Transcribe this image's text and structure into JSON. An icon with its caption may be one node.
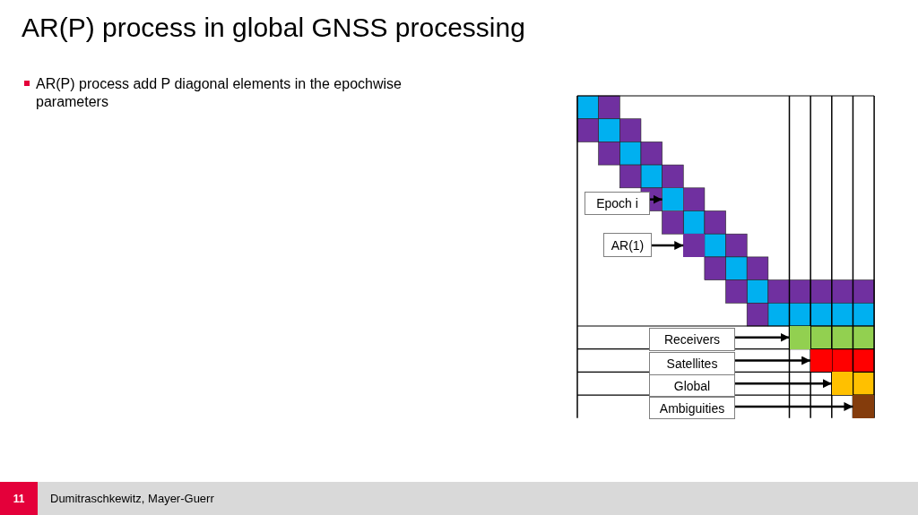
{
  "diagram": {
    "title": "AR(P) process in global GNSS processing",
    "nodes": [
      {
        "text": [
          "Epoch i"
        ]
      },
      {
        "text": [
          "AR(1)"
        ]
      },
      {
        "text": [
          "Receivers"
        ]
      },
      {
        "text": [
          "Satellites"
        ]
      },
      {
        "text": [
          "Global"
        ]
      },
      {
        "text": [
          "Ambiguities"
        ]
      },
      {
        "text": [],
        "shape": "box"
      },
      {
        "text": [],
        "shape": "box"
      },
      {
        "text": [],
        "shape": "box"
      },
      {
        "text": [],
        "shape": "box"
      },
      {
        "text": [],
        "shape": "box"
      },
      {
        "text": [],
        "shape": "box"
      }
    ],
    "edges": [
      {
        "from": 0,
        "to": 6,
        "arrow": "to"
      },
      {
        "from": 1,
        "to": 7,
        "arrow": "to"
      },
      {
        "from": 2,
        "to": 8,
        "arrow": "to"
      },
      {
        "from": 3,
        "to": 9,
        "arrow": "to"
      },
      {
        "from": 4,
        "to": 10,
        "arrow": "to"
      },
      {
        "from": 5,
        "to": 11,
        "arrow": "to"
      }
    ],
    "labels": [
      "AR(P) process add P diagonal elements in the epochwise parameters",
      "11",
      "Dumitraschkewitz, Mayer-Guerr"
    ]
  }
}
